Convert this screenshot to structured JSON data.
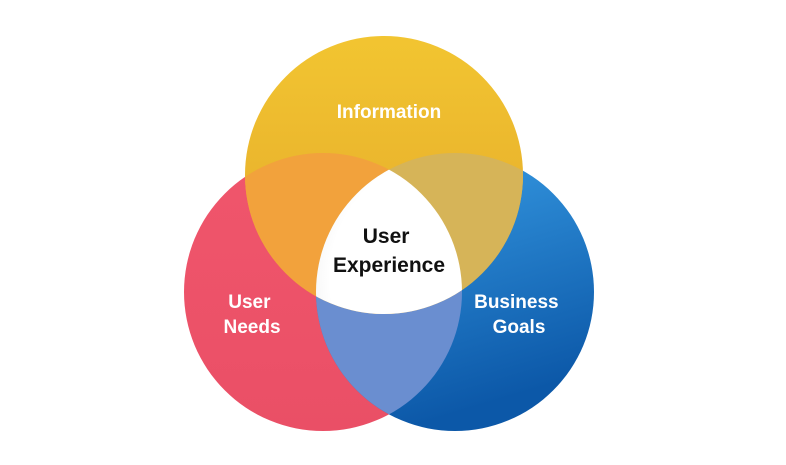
{
  "diagram": {
    "type": "venn",
    "sets": [
      {
        "id": "information",
        "label_lines": [
          "Information"
        ],
        "color": "#F2C531",
        "color_dark": "#E3A72A"
      },
      {
        "id": "user-needs",
        "label_lines": [
          "User",
          "Needs"
        ],
        "color": "#F0566C",
        "color_dark": "#EA4F66"
      },
      {
        "id": "business-goals",
        "label_lines": [
          "Business",
          "Goals"
        ],
        "color": "#3AA0E8",
        "color_dark": "#0C58A8"
      }
    ],
    "center": {
      "label_lines": [
        "User",
        "Experience"
      ],
      "color": "#ffffff"
    },
    "overlap_colors": {
      "information_user_needs": "#F2A23C",
      "information_business_goals": "#D6B458",
      "user_needs_business_goals": "#6A8ED0"
    }
  }
}
